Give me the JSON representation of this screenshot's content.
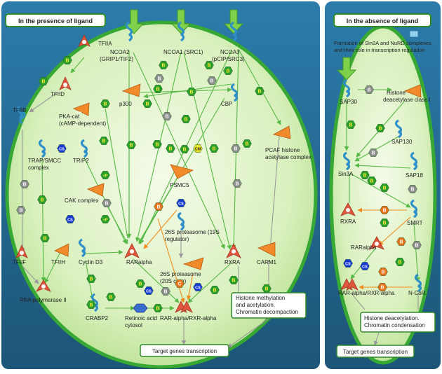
{
  "panels": {
    "left_title": "In the presence of ligand",
    "right_title": "In the absence of ligand"
  },
  "nodes": {
    "tfiia": "TFIIA",
    "tfiid": "TFIID",
    "tfiib": "TFIIB",
    "ncoa2": [
      "NCOA2",
      "(GRIP1/TIF2)"
    ],
    "ncoa1": "NCOA1 (SRC1)",
    "ncoa3": [
      "NCOA3",
      "(pCIP/SRC3)"
    ],
    "p300": "p300",
    "cbp": "CBP",
    "pka": [
      "PKA-cat",
      "(cAMP-dependent)"
    ],
    "trap": [
      "TRAP/SMCC",
      "complex"
    ],
    "trip2": "TRIP2",
    "pcaf": [
      "PCAF histone",
      "acetylase complex"
    ],
    "psmc5": "PSMC5",
    "cak": "CAK complex",
    "proteasome19s": [
      "26S proteasome (19S",
      "regulator)"
    ],
    "proteasome20s": [
      "26S proteasome",
      "(20S core)"
    ],
    "tfiif": "TFIIF",
    "tfiih": "TFIIH",
    "cyclind3": "Cyclin D3",
    "raralpha": "RARalpha",
    "rxra": "RXRA",
    "carm1": "CARM1",
    "rnapol": "RNA polymerase II",
    "crabp2": "CRABP2",
    "retinoic": [
      "Retinoic acid",
      "cytosol"
    ],
    "rar_rxr": "RAR-alpha/RXR-alpha",
    "sap30": "SAP30",
    "hdac1": [
      "Histone",
      "deacetylase class I"
    ],
    "sap130": "SAP130",
    "sin3a": "Sin3A",
    "sap18": "SAP18",
    "rxra_r": "RXRA",
    "smrt": "SMRT",
    "raralpha_r": "RARalpha",
    "rar_rxr_r": "RAR-alpha/RXR-alpha",
    "ncor": "N-CoR"
  },
  "notes": {
    "methylation": [
      "Histone methylation",
      "and acetylation.",
      "Chromatin decompaction"
    ],
    "deacetylation": [
      "Histone deacetylation.",
      "Chromatin condensation"
    ],
    "formation": [
      "Formation of Sin3A and NuRD complexes",
      "and their role in transcription regulation"
    ]
  },
  "boxes": {
    "target_left": "Target genes transcription",
    "target_right": "Target genes transcription"
  },
  "badges": {
    "b": "B",
    "cs": "CS",
    "p": "+P",
    "cm": "CM",
    "c": "C"
  },
  "colors": {
    "panel_blue": "#1f5f86",
    "cell_green": "#3aaa35",
    "cell_fill": "#d8f0b8",
    "link_green": "#56b845",
    "link_orange": "#f08c1e",
    "link_gray": "#9a9a9a",
    "protein_blue": "#2f8fc8",
    "receptor_red": "#e0553c",
    "enzyme_orange": "#f08a2a",
    "badge_green": "#2aa02a",
    "badge_blue": "#1a3ad6",
    "badge_gray": "#8d8d8d",
    "badge_orange": "#e8731a"
  }
}
